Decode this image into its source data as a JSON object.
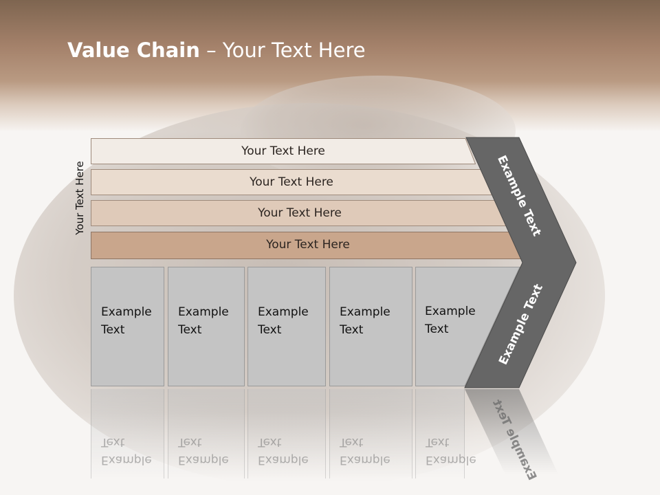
{
  "title": {
    "bold": "Value Chain",
    "rest": " – Your Text Here"
  },
  "side_label": "Your Text Here",
  "bars": [
    "Your Text Here",
    "Your Text Here",
    "Your Text Here",
    "Your Text Here"
  ],
  "boxes": [
    "Example\nText",
    "Example\nText",
    "Example\nText",
    "Example\nText",
    "Example\nText"
  ],
  "chevron": {
    "upper": "Example Text",
    "lower": "Example Text"
  },
  "colors": {
    "header": "#a4816a",
    "bar_fills": [
      "#f2ece6",
      "#eadccf",
      "#dfcab9",
      "#c9a68c"
    ],
    "box_fill": "#c4c4c4",
    "chevron": "#666666"
  }
}
